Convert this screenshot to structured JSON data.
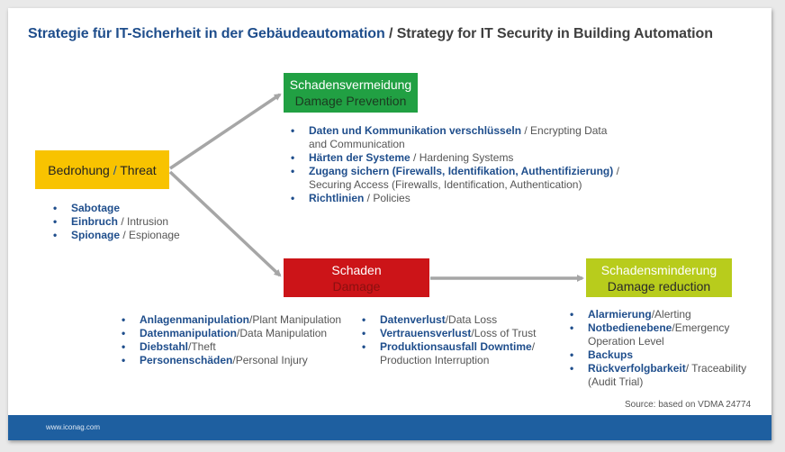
{
  "title": {
    "de": "Strategie für IT-Sicherheit in der Gebäudeautomation",
    "separator": " / ",
    "en": "Strategy for IT Security in Building Automation"
  },
  "boxes": {
    "threat": {
      "de": "Bedrohung",
      "slash": " / ",
      "en": "Threat"
    },
    "prevention": {
      "de": "Schadensvermeidung",
      "en": "Damage Prevention"
    },
    "damage": {
      "de": "Schaden",
      "en": "Damage"
    },
    "mitigation": {
      "de": "Schadensminderung",
      "en": "Damage reduction"
    }
  },
  "threat_items": [
    {
      "bold": "Sabotage",
      "rest": ""
    },
    {
      "bold": "Einbruch",
      "rest": " / Intrusion"
    },
    {
      "bold": "Spionage",
      "rest": " / Espionage"
    }
  ],
  "prevention_items": [
    {
      "bold": "Daten und Kommunikation verschlüsseln",
      "rest": " / Encrypting Data",
      "rest2": "and Communication"
    },
    {
      "bold": "Härten der Systeme",
      "rest": " / Hardening Systems",
      "rest2": ""
    },
    {
      "bold": "Zugang sichern (Firewalls, Identifikation, Authentifizierung)",
      "rest": " /",
      "rest2": "Securing Access (Firewalls, Identification, Authentication)"
    },
    {
      "bold": "Richtlinien",
      "rest": " / Policies",
      "rest2": ""
    }
  ],
  "damage_items_left": [
    {
      "bold": "Anlagenmanipulation",
      "rest": "/Plant Manipulation"
    },
    {
      "bold": "Datenmanipulation",
      "rest": "/Data Manipulation"
    },
    {
      "bold": "Diebstahl",
      "rest": "/Theft"
    },
    {
      "bold": "Personenschäden",
      "rest": "/Personal Injury"
    }
  ],
  "damage_items_right": [
    {
      "bold": "Datenverlust",
      "rest": "/Data Loss",
      "rest2": ""
    },
    {
      "bold": "Vertrauensverlust",
      "rest": "/Loss of Trust",
      "rest2": ""
    },
    {
      "bold": "Produktionsausfall Downtime",
      "rest": "/",
      "rest2": "Production Interruption"
    }
  ],
  "mitigation_items": [
    {
      "bold": "Alarmierung",
      "rest": "/Alerting",
      "rest2": ""
    },
    {
      "bold": "Notbedienebene",
      "rest": "/Emergency",
      "rest2": "Operation Level"
    },
    {
      "bold": "Backups",
      "rest": "",
      "rest2": ""
    },
    {
      "bold": "Rückverfolgbarkeit",
      "rest": "/ Traceability",
      "rest2": "(Audit Trial)"
    }
  ],
  "source": "Source: based on VDMA 24774",
  "footer": {
    "url": "www.iconag.com"
  },
  "colors": {
    "threat": "#f8c300",
    "prevention": "#21a043",
    "damage": "#cc1418",
    "mitigation": "#b8cc1c",
    "accent_blue": "#1f4e8c",
    "footer": "#1e5fa0",
    "arrow": "#a6a6a6"
  }
}
